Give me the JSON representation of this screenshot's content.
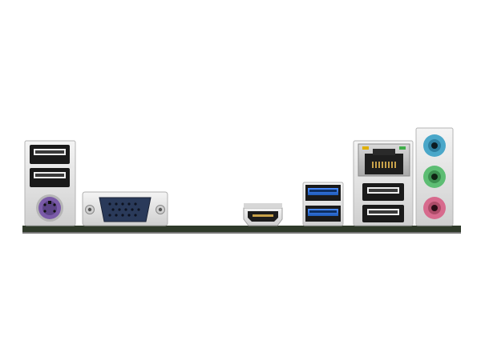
{
  "scene": {
    "subject": "motherboard-rear-io-panel",
    "background_color": "#ffffff"
  },
  "ports": [
    {
      "name": "usb-2-port-top",
      "kind": "USB 2.0",
      "color": "#222222"
    },
    {
      "name": "usb-2-port-bottom",
      "kind": "USB 2.0",
      "color": "#222222"
    },
    {
      "name": "ps2-port",
      "kind": "PS/2",
      "color": "#7a5aa8"
    },
    {
      "name": "vga-port",
      "kind": "D-Sub (VGA)",
      "color": "#2a3a5a"
    },
    {
      "name": "hdmi-port",
      "kind": "HDMI",
      "color": "#222222"
    },
    {
      "name": "usb-3-port-top",
      "kind": "USB 3.x",
      "color": "#2f6fd1"
    },
    {
      "name": "usb-3-port-bottom",
      "kind": "USB 3.x",
      "color": "#2f6fd1"
    },
    {
      "name": "rj45-port",
      "kind": "LAN RJ-45",
      "color": "#1e1e1e"
    },
    {
      "name": "usb-2-port-right-top",
      "kind": "USB 2.0",
      "color": "#222222"
    },
    {
      "name": "usb-2-port-right-bottom",
      "kind": "USB 2.0",
      "color": "#222222"
    },
    {
      "name": "audio-line-in-jack",
      "kind": "Audio",
      "color": "#4aa7c9"
    },
    {
      "name": "audio-line-out-jack",
      "kind": "Audio",
      "color": "#5dbd73"
    },
    {
      "name": "audio-mic-jack",
      "kind": "Audio",
      "color": "#d76a8d"
    }
  ]
}
